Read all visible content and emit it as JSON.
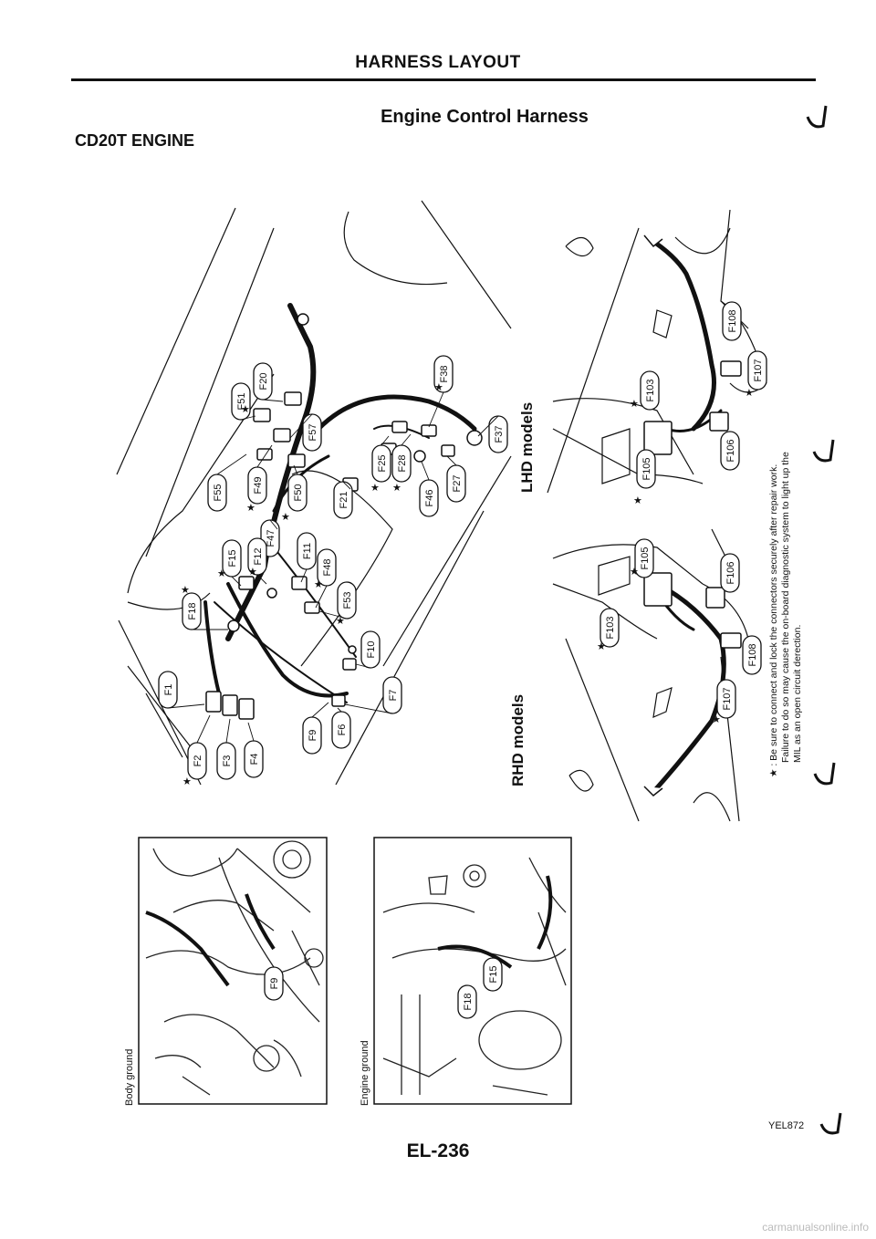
{
  "header": {
    "title": "HARNESS LAYOUT",
    "subtitle": "Engine Control Harness",
    "engine": "CD20T ENGINE"
  },
  "views": {
    "lhd": "LHD models",
    "rhd": "RHD models"
  },
  "note": {
    "star": "★",
    "line1": ": Be sure to connect and lock the connectors securely after repair work.",
    "line2": "Failure to do so may cause the on-board diagnostic system to light up the",
    "line3": "MIL as an open circuit derection."
  },
  "photos": {
    "body_ground": "Body ground",
    "engine_ground": "Engine ground"
  },
  "connectors": {
    "main": [
      "F20",
      "F51",
      "F38",
      "F57",
      "F37",
      "F55",
      "F49",
      "F50",
      "F25",
      "F28",
      "F46",
      "F27",
      "F21",
      "F47",
      "F15",
      "F12",
      "F11",
      "F48",
      "F53",
      "F18",
      "F10",
      "F7",
      "F1",
      "F9",
      "F6",
      "F2",
      "F3",
      "F4"
    ],
    "lhd": [
      "F108",
      "F103",
      "F107",
      "F105",
      "F106"
    ],
    "rhd": [
      "F105",
      "F106",
      "F103",
      "F108",
      "F107"
    ],
    "photo_body": [
      "F9"
    ],
    "photo_engine": [
      "F15",
      "F18"
    ]
  },
  "footer": {
    "page": "EL-236",
    "figure": "YEL872",
    "watermark": "carmanualsonline.info"
  }
}
